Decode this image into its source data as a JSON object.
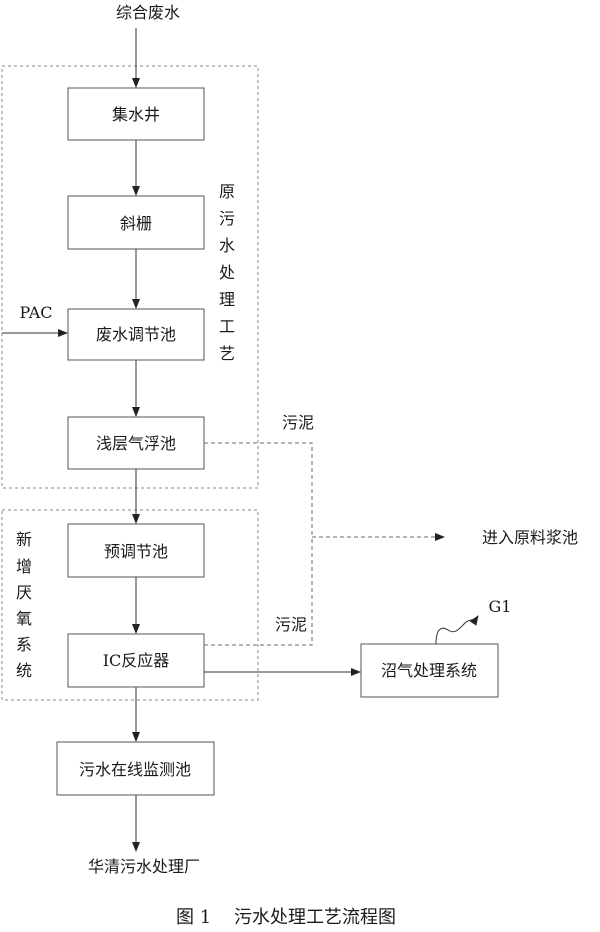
{
  "input": "综合废水",
  "boxes": {
    "sump": "集水井",
    "screen": "斜栅",
    "equalization": "废水调节池",
    "flotation": "浅层气浮池",
    "pre_adjust": "预调节池",
    "ic_reactor": "IC反应器",
    "monitoring": "污水在线监测池",
    "biogas": "沼气处理系统"
  },
  "side_inputs": {
    "pac": "PAC"
  },
  "groups": {
    "original": [
      "原",
      "污",
      "水",
      "处",
      "理",
      "工",
      "艺"
    ],
    "anaerobic": [
      "新",
      "增",
      "厌",
      "氧",
      "系",
      "统"
    ]
  },
  "sludge_labels": {
    "top": "污泥",
    "bottom": "污泥"
  },
  "sludge_destination": "进入原料浆池",
  "biogas_output": "G1",
  "final_output": "华清污水处理厂",
  "caption": "图 1    污水处理工艺流程图"
}
